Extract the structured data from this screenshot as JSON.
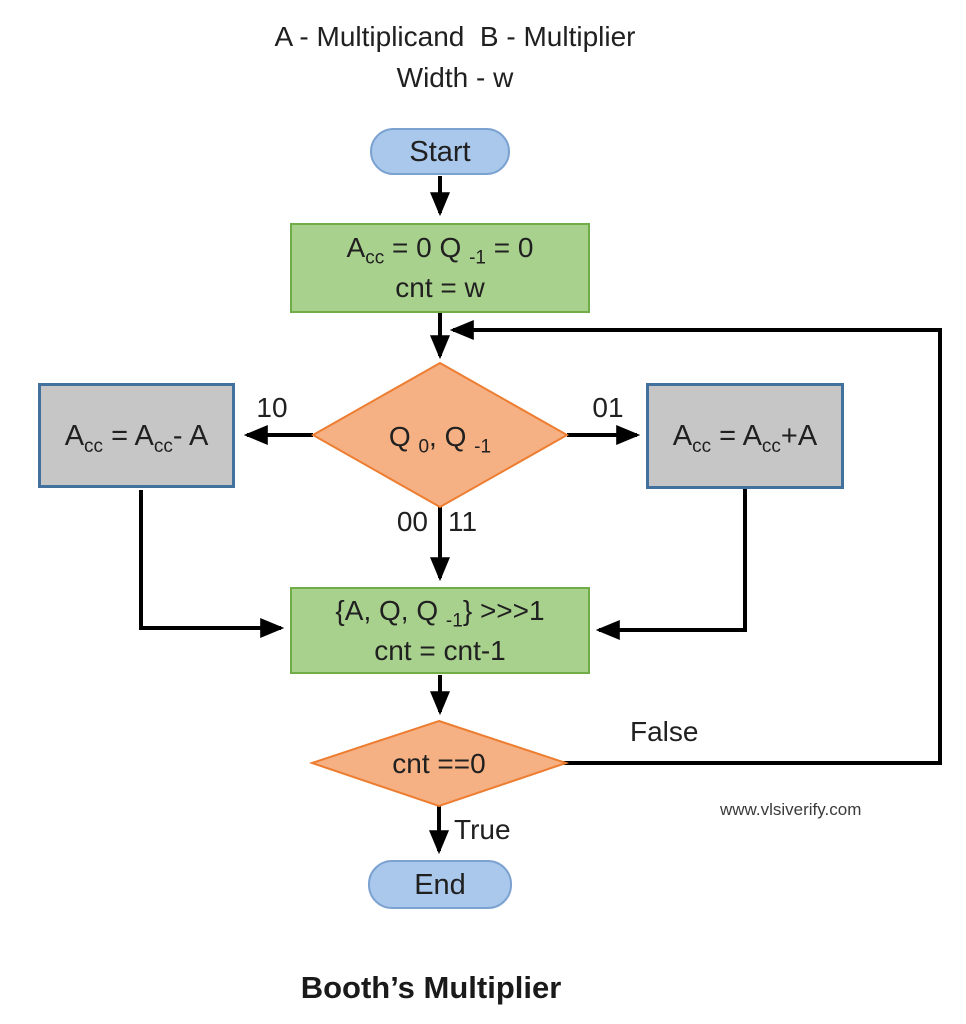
{
  "header": {
    "line1": "A - Multiplicand  B - Multiplier",
    "line2": "Width - w"
  },
  "nodes": {
    "start": {
      "label": "Start"
    },
    "init": {
      "line1": [
        "A",
        "cc",
        " = 0 Q ",
        "-1",
        " = 0"
      ],
      "line2": "cnt = w"
    },
    "decision1": {
      "segments": [
        "Q ",
        "0",
        ", Q ",
        "-1"
      ]
    },
    "subtract": {
      "segments": [
        "A",
        "cc",
        " = A",
        "cc",
        "- A"
      ]
    },
    "add": {
      "segments": [
        "A",
        "cc",
        " = A",
        "cc",
        "+A"
      ]
    },
    "shift": {
      "line1": [
        "{A, Q, Q ",
        "-1",
        "} >>>1"
      ],
      "line2": "cnt = cnt-1"
    },
    "decision2": {
      "label": "cnt ==0"
    },
    "end": {
      "label": "End"
    }
  },
  "edge_labels": {
    "case10": "10",
    "case01": "01",
    "case00": "00",
    "case11": "11",
    "false": "False",
    "true": "True"
  },
  "footer": {
    "watermark": "www.vlsiverify.com",
    "title": "Booth’s Multiplier"
  },
  "colors": {
    "terminal_fill": "#A9C8EB",
    "terminal_border": "#7BA2D0",
    "process_fill": "#A9D18E",
    "process_border": "#70AD47",
    "decision_fill": "#F5B183",
    "decision_border": "#ED7D31",
    "operation_fill": "#C6C6C6",
    "operation_border": "#41719C",
    "line_color": "#000000",
    "text_color": "#202020",
    "watermark_color": "#3B3B3B"
  }
}
